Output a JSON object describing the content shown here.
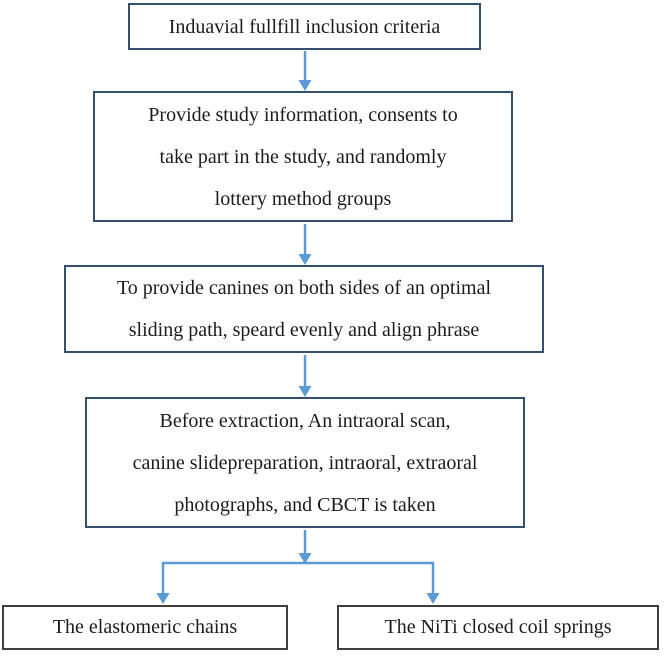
{
  "flowchart": {
    "node_inclusion": {
      "lines": [
        "Induavial fullfill inclusion criteria"
      ]
    },
    "node_consent": {
      "lines": [
        "Provide study information, consents to",
        "take part in the study, and randomly",
        "lottery method groups"
      ]
    },
    "node_canines": {
      "lines": [
        "To provide canines on both sides of an optimal",
        "sliding path, speard evenly and align phrase"
      ]
    },
    "node_records": {
      "lines": [
        "Before extraction, An intraoral scan,",
        "canine slidepreparation, intraoral, extraoral",
        "photographs, and CBCT is taken"
      ]
    },
    "node_elastomeric": {
      "lines": [
        "The elastomeric chains"
      ]
    },
    "node_niti": {
      "lines": [
        "The NiTi closed coil springs"
      ]
    }
  },
  "colors": {
    "arrow": "#5B9BD5",
    "box_border": "#35506F",
    "plain_border": "#3F3F3F",
    "text": "#1C1C1C"
  }
}
